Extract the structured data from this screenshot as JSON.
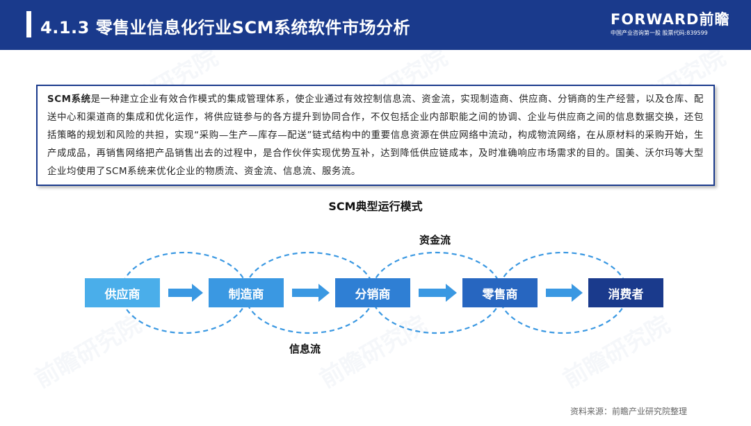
{
  "header": {
    "title": "4.1.3 零售业信息化行业SCM系统软件市场分析",
    "logo_main": "FORWARD前瞻",
    "logo_sub": "中国产业咨询第一股 股票代码:839599"
  },
  "description": {
    "term": "SCM系统",
    "text": "是一种建立企业有效合作模式的集成管理体系，使企业通过有效控制信息流、资金流，实现制造商、供应商、分销商的生产经营，以及仓库、配送中心和渠道商的集成和优化运作，将供应链参与的各方提升到协同合作，不仅包括企业内部职能之间的协调、企业与供应商之间的信息数据交换，还包括策略的规划和风险的共担，实现“采购—生产—库存—配送”链式结构中的重要信息资源在供应网络中流动，构成物流网络，在从原材料的采购开始，生产成成品，再销售网络把产品销售出去的过程中，是合作伙伴实现优势互补，达到降低供应链成本，及时准确响应市场需求的目的。国美、沃尔玛等大型企业均使用了SCM系统来优化企业的物质流、资金流、信息流、服务流。"
  },
  "diagram": {
    "title": "SCM典型运行模式",
    "nodes": [
      {
        "label": "供应商",
        "color": "#4aaeea"
      },
      {
        "label": "制造商",
        "color": "#3a98e2"
      },
      {
        "label": "分销商",
        "color": "#2f7fd4"
      },
      {
        "label": "零售商",
        "color": "#2766c0"
      },
      {
        "label": "消费者",
        "color": "#1a3a8c"
      }
    ],
    "arrow_color": "#3a98e2",
    "dash_color": "#3a98e2",
    "top_label": "资金流",
    "bottom_label": "信息流"
  },
  "source": "资料来源：前瞻产业研究院整理",
  "watermark": "前瞻研究院"
}
